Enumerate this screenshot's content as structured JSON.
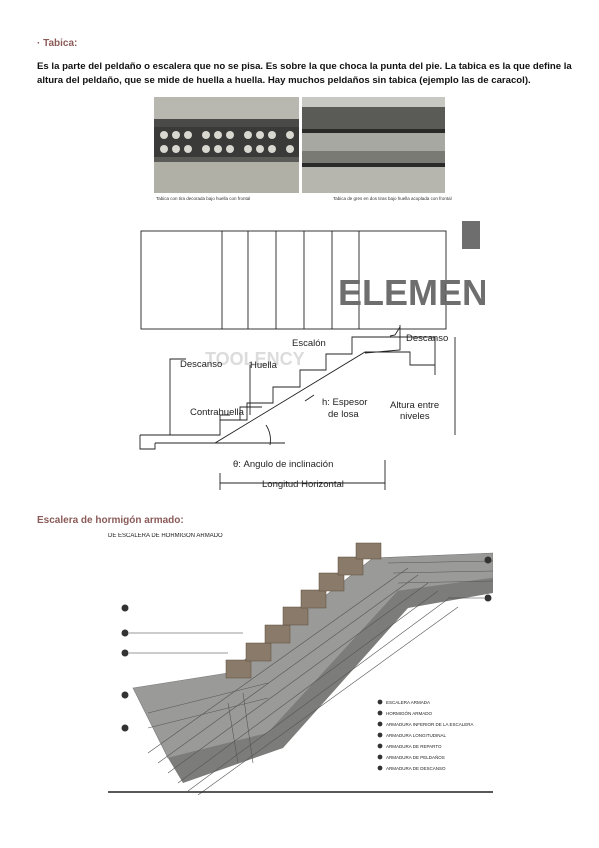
{
  "tabica": {
    "heading": "· Tabica:",
    "paragraph_line1": "Es la parte del peldaño o escalera que no se pisa. Es sobre la que choca la punta del pie. La tabica es la que define la",
    "paragraph_line2": "altura del peldaño, que se mide de huella a huella. Hay muchos peldaños sin tabica (ejemplo las de caracol).",
    "photo_left_caption": "Tabica con tira decorada bajo huella con frontal",
    "photo_right_caption": "Tabica de gres en dos tiras bajo huella acoplada con frontal"
  },
  "diagram": {
    "overlay_title": "ELEMEN",
    "watermark": "TOOLENCY",
    "labels": {
      "descanso_left": "Descanso",
      "descanso_right": "Descanso",
      "escalon": "Escalón",
      "huella": "Huella",
      "contrahuella": "Contrahuella",
      "espesor": "h: Espesor",
      "espesor2": "de losa",
      "altura": "Altura entre",
      "altura2": "niveles",
      "angulo": "θ: Angulo de inclinación",
      "longitud": "Longitud Horizontal"
    }
  },
  "hormigon": {
    "heading": "Escalera de hormigón armado:",
    "image_title": "DE ESCALERA DE HORMIGÓN ARMADO",
    "legend": [
      "ESCALERA ARMADA",
      "HORMIGÓN ARMADO",
      "ARMADURA INFERIOR DE LA ESCALERA",
      "ARMADURA LONGITUDINAL",
      "ARMADURA DE REPARTO",
      "ARMADURA DE PELDAÑOS",
      "ARMADURA DE DESCANSO"
    ],
    "colors": {
      "concrete": "#9a9a98",
      "step": "#8a7a6a",
      "rebar": "#555555"
    }
  },
  "colors": {
    "heading": "#8a5a58",
    "text": "#111111"
  }
}
